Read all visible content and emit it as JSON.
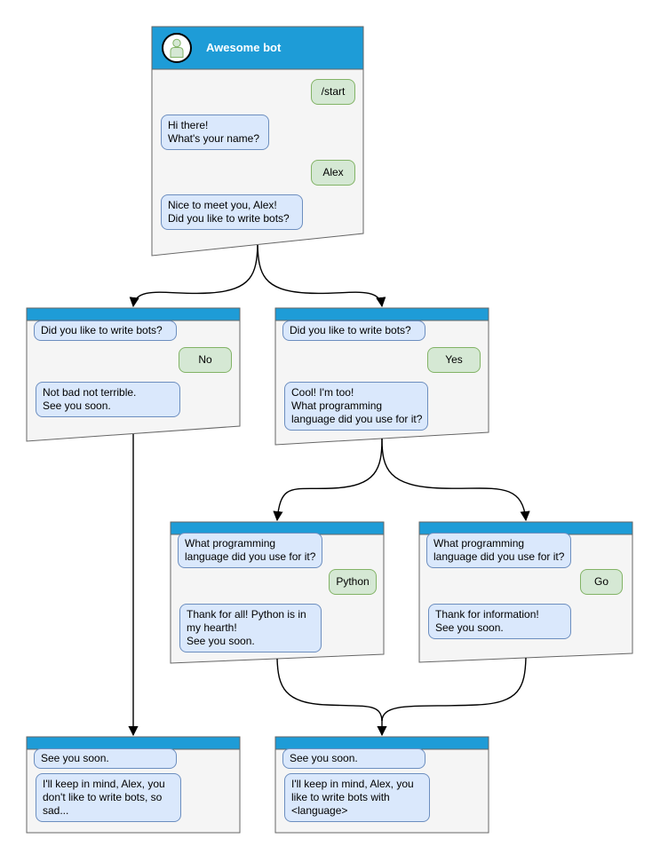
{
  "colors": {
    "header_blue": "#1e9cd7",
    "window_fill": "#f5f5f5",
    "window_border": "#666666",
    "bot_bubble_fill": "#dae8fc",
    "bot_bubble_border": "#6c8ebf",
    "user_bubble_fill": "#d5e8d4",
    "user_bubble_border": "#82b366",
    "connector": "#000000"
  },
  "windows": [
    {
      "id": "root",
      "title": "Awesome bot",
      "bubbles": [
        {
          "side": "user",
          "text": "/start"
        },
        {
          "side": "bot",
          "text": "Hi there!\nWhat's your name?"
        },
        {
          "side": "user",
          "text": "Alex"
        },
        {
          "side": "bot",
          "text": "Nice to meet you, Alex!\nDid you like to write bots?"
        }
      ]
    },
    {
      "id": "branch-no",
      "bubbles": [
        {
          "side": "bot",
          "text": "Did you like to write bots?"
        },
        {
          "side": "user",
          "text": "No"
        },
        {
          "side": "bot",
          "text": "Not bad not terrible.\nSee you soon."
        }
      ]
    },
    {
      "id": "branch-yes",
      "bubbles": [
        {
          "side": "bot",
          "text": "Did you like to write bots?"
        },
        {
          "side": "user",
          "text": "Yes"
        },
        {
          "side": "bot",
          "text": "Cool! I'm too!\nWhat programming\nlanguage did you use for it?"
        }
      ]
    },
    {
      "id": "lang-python",
      "bubbles": [
        {
          "side": "bot",
          "text": "What programming\nlanguage did you use for it?"
        },
        {
          "side": "user",
          "text": "Python"
        },
        {
          "side": "bot",
          "text": "Thank for all! Python is in\nmy hearth!\nSee you soon."
        }
      ]
    },
    {
      "id": "lang-go",
      "bubbles": [
        {
          "side": "bot",
          "text": "What programming\nlanguage did you use for it?"
        },
        {
          "side": "user",
          "text": "Go"
        },
        {
          "side": "bot",
          "text": "Thank for information!\nSee you soon."
        }
      ]
    },
    {
      "id": "end-no",
      "bubbles": [
        {
          "side": "bot",
          "text": "See you soon."
        },
        {
          "side": "bot",
          "text": "I'll keep in mind, Alex, you\ndon't like to write bots, so\nsad..."
        }
      ]
    },
    {
      "id": "end-yes",
      "bubbles": [
        {
          "side": "bot",
          "text": "See you soon."
        },
        {
          "side": "bot",
          "text": "I'll keep in mind, Alex, you\nlike to write bots with\n<language>"
        }
      ]
    }
  ]
}
